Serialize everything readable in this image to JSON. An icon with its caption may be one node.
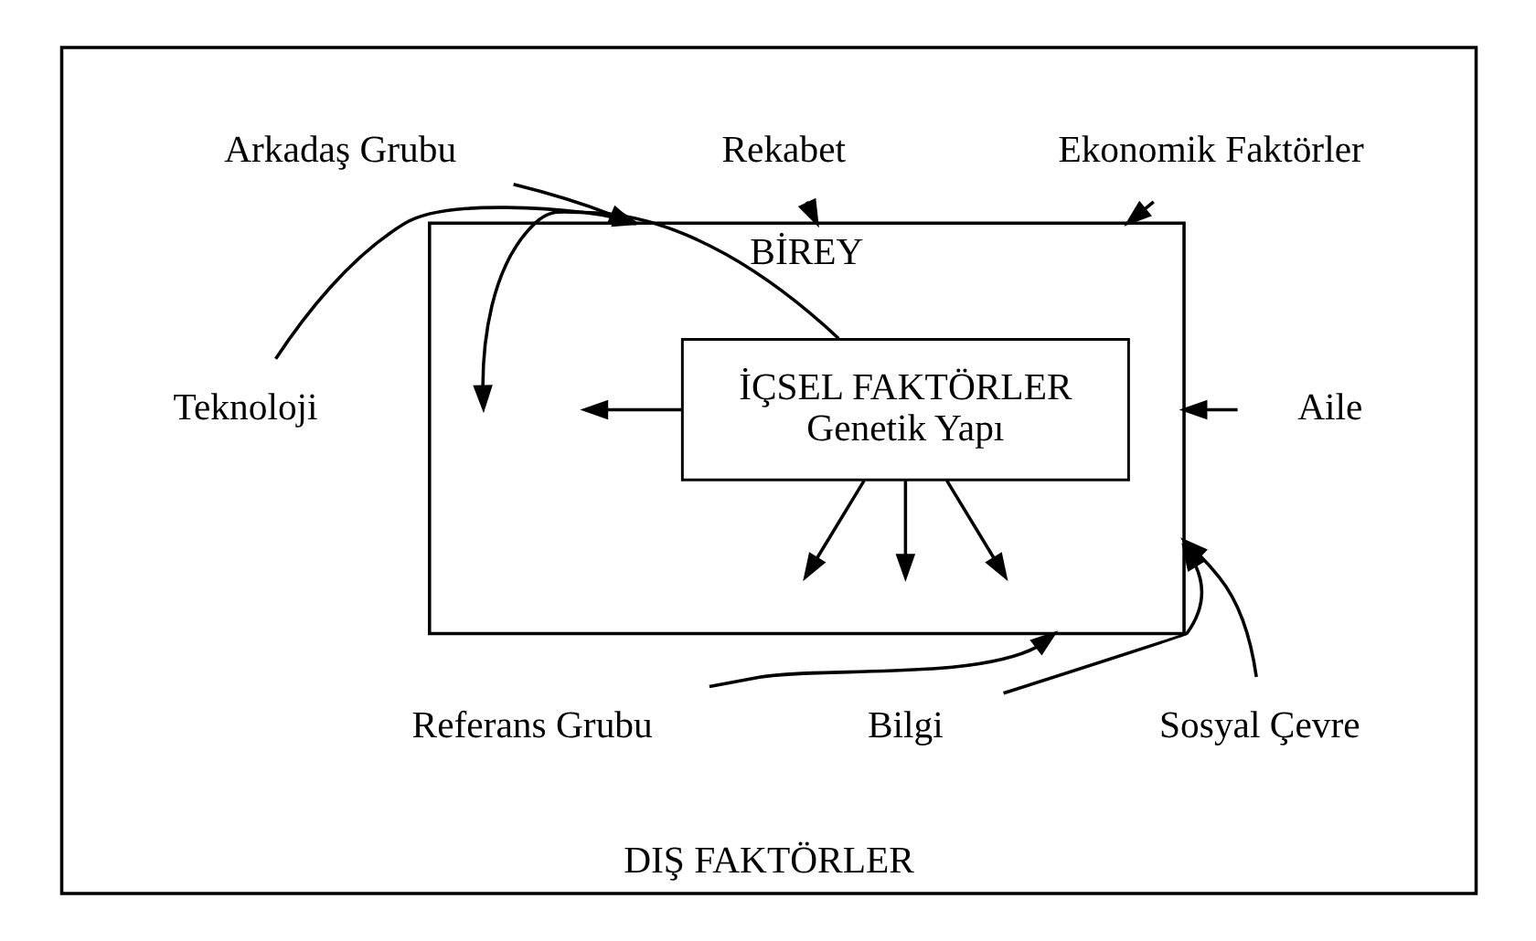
{
  "diagram": {
    "nodes": [
      {
        "text": [
          "DIŞ FAKTÖRLER"
        ]
      },
      {
        "text": [
          "Ekonomik Faktörler"
        ],
        "in": 0
      },
      {
        "text": [
          "Rekabet"
        ],
        "in": 0
      },
      {
        "text": [
          "Arkadaş Grubu"
        ],
        "in": 0
      },
      {
        "text": [
          "Aile"
        ],
        "in": 0
      },
      {
        "text": [
          "BİREY"
        ],
        "in": 0
      },
      {
        "text": [
          "İÇSEL FAKTÖRLER",
          "Genetik Yapı"
        ],
        "in": 5
      },
      {
        "text": [
          "Teknoloji"
        ],
        "in": 0
      },
      {
        "text": [
          "Referans Grubu"
        ],
        "in": 0
      },
      {
        "text": [
          "Bilgi"
        ],
        "in": 0
      },
      {
        "text": [
          "Sosyal Çevre"
        ],
        "in": 0
      }
    ],
    "edges": [
      {
        "from": 1,
        "to": 5,
        "arrow": "to"
      },
      {
        "from": 2,
        "to": 5,
        "arrow": "to"
      },
      {
        "from": 3,
        "to": 5,
        "arrow": "to"
      },
      {
        "from": 4,
        "to": 5,
        "arrow": "to"
      },
      {
        "from": 7,
        "to": 5,
        "arrow": "to"
      },
      {
        "from": 8,
        "to": 5,
        "arrow": "to"
      },
      {
        "from": 9,
        "to": 5,
        "arrow": "to"
      },
      {
        "from": 10,
        "to": 5,
        "arrow": "to"
      },
      {
        "from": 6,
        "to": null,
        "arrow": "to"
      },
      {
        "from": 6,
        "to": null,
        "arrow": "to"
      },
      {
        "from": 6,
        "to": null,
        "arrow": "to"
      },
      {
        "from": 6,
        "to": null,
        "arrow": "to"
      },
      {
        "from": 6,
        "to": null,
        "arrow": "to"
      }
    ]
  }
}
